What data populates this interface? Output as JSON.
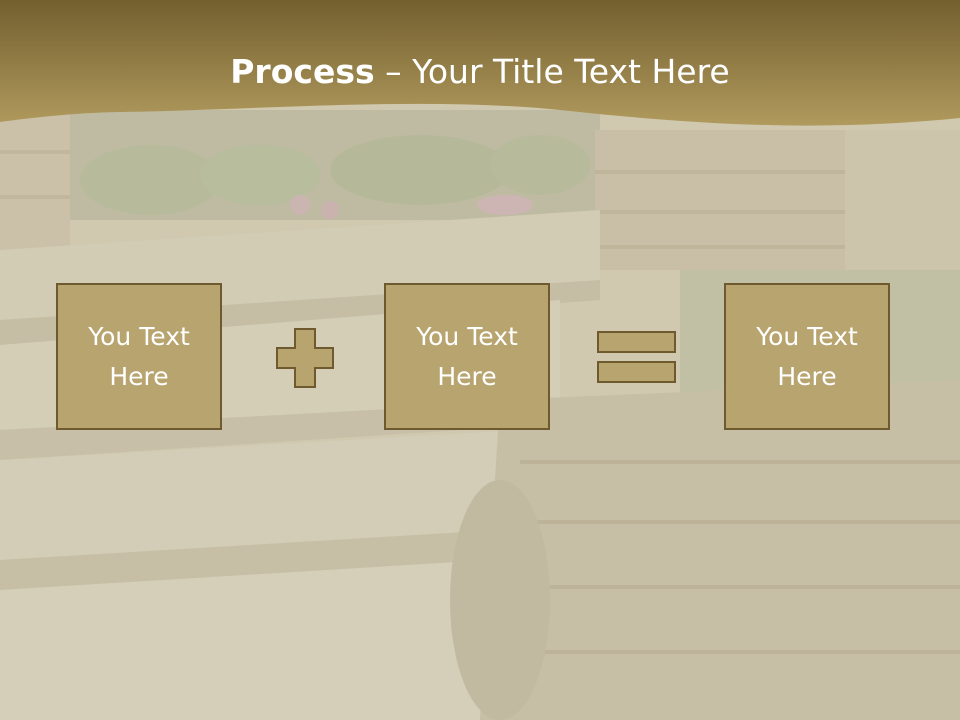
{
  "slide": {
    "title_bold": "Process",
    "title_separator": " – ",
    "title_rest": "Your Title Text Here",
    "colors": {
      "header_top": "#735f2f",
      "header_bottom": "#b09a5d",
      "box_fill": "#b8a46f",
      "box_border": "#6f5a30",
      "text": "#ffffff"
    },
    "background": "stone-steps-garden-photo",
    "boxes": [
      {
        "text": "You Text Here"
      },
      {
        "text": "You Text Here"
      },
      {
        "text": "You Text Here"
      }
    ],
    "operators": [
      "plus-icon",
      "equals-icon"
    ]
  }
}
